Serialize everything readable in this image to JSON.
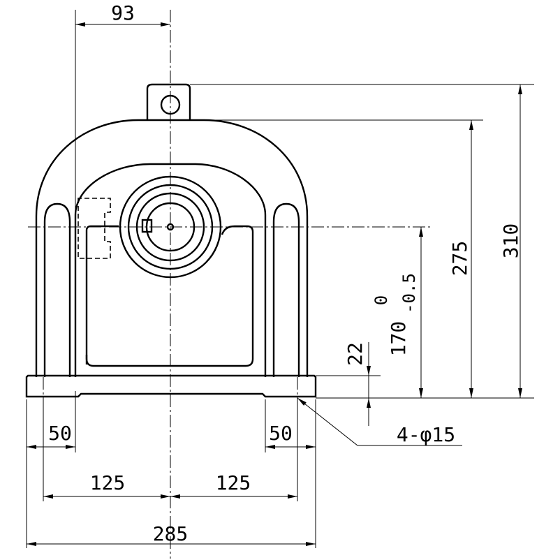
{
  "dimensions": {
    "offset_top": "93",
    "total_height": "310",
    "center_height": "275",
    "shaft_height": "170",
    "tolerance_upper": "0",
    "tolerance_lower": "-0.5",
    "base_thickness": "22",
    "hole_callout": "4-φ15",
    "edge_left": "50",
    "edge_right": "50",
    "half_left": "125",
    "half_right": "125",
    "overall_width": "285"
  }
}
